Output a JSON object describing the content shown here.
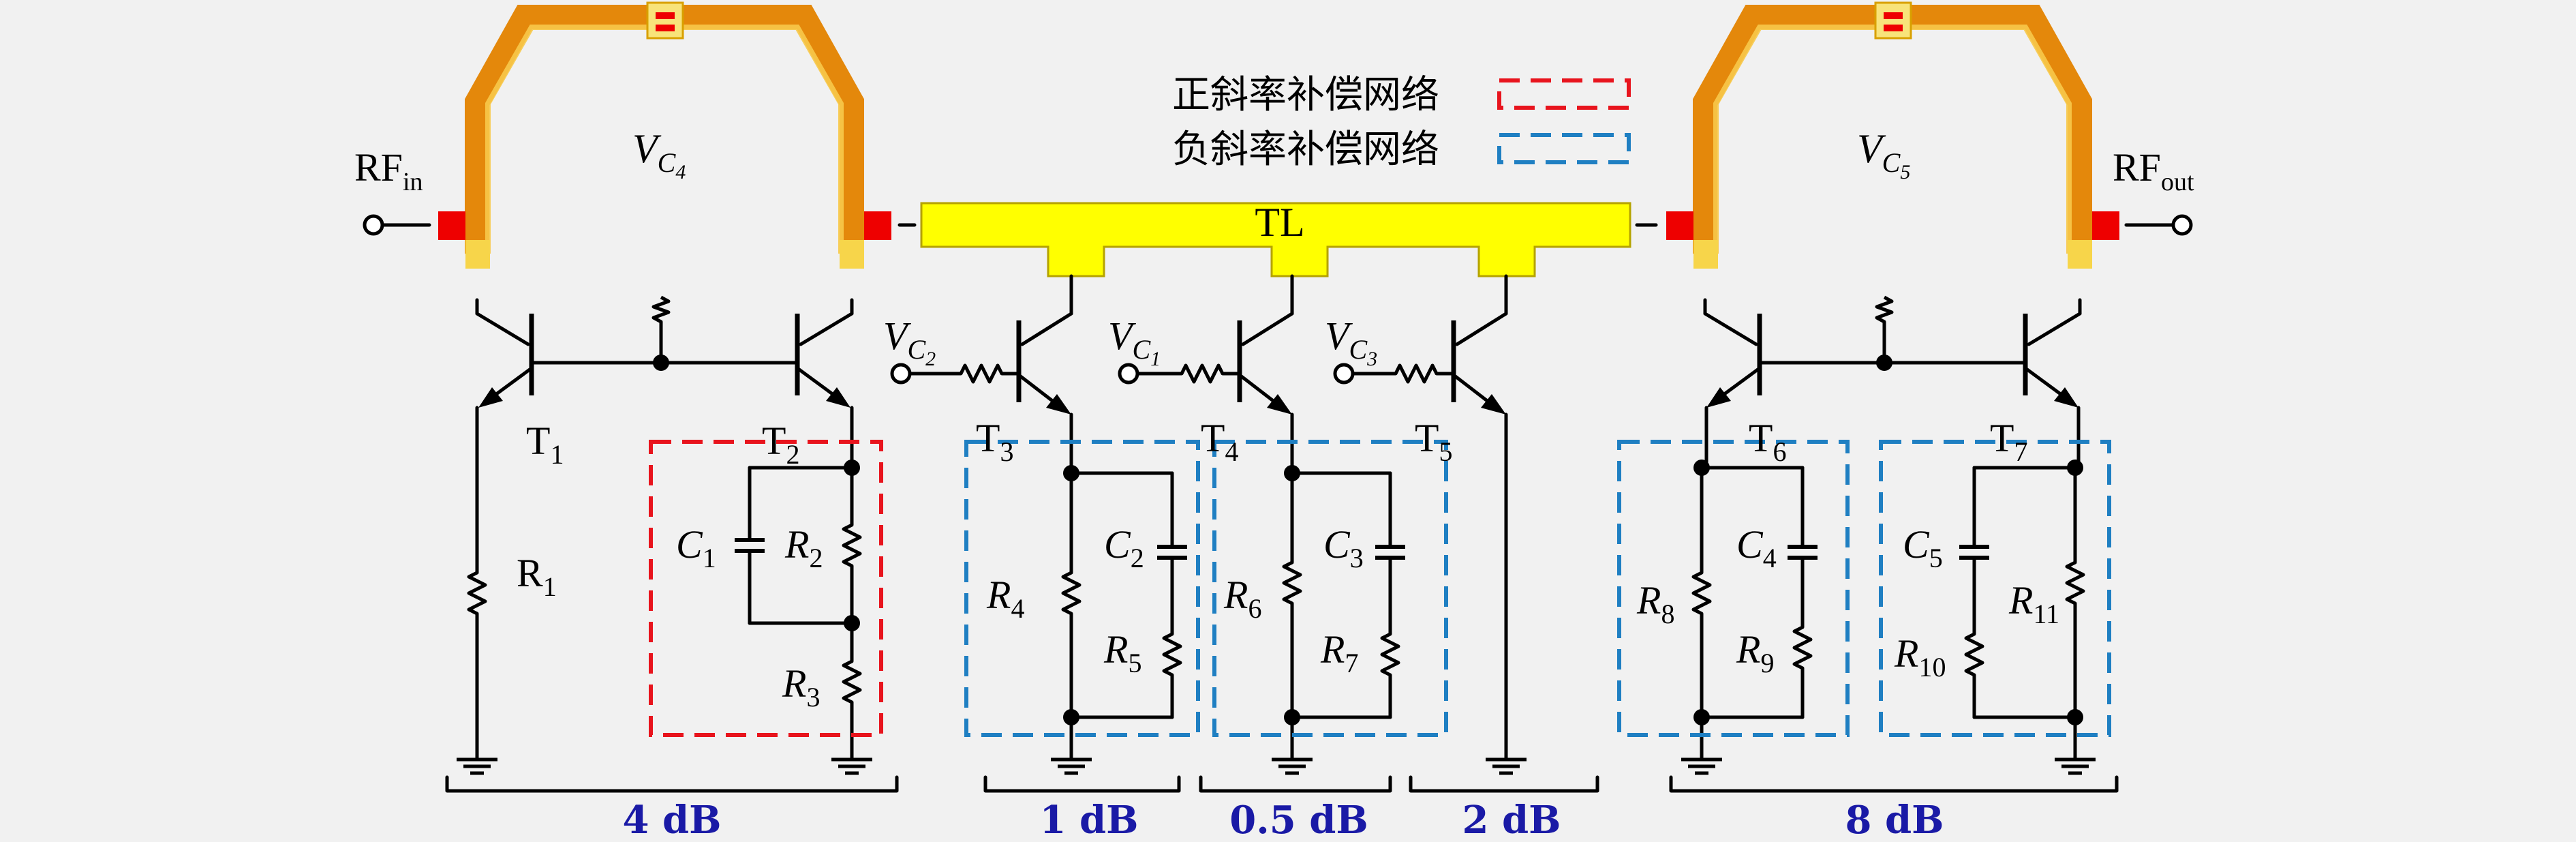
{
  "labels": {
    "rf_in": "RF",
    "rf_in_sub": "in",
    "rf_out": "RF",
    "rf_out_sub": "out",
    "vc4": "V",
    "vc4_sub": "C",
    "vc4_subsub": "4",
    "vc5": "V",
    "vc5_sub": "C",
    "vc5_subsub": "5",
    "tl": "TL",
    "vc2": "V",
    "vc2_sub": "C",
    "vc2_subsub": "2",
    "vc1": "V",
    "vc1_sub": "C",
    "vc1_subsub": "1",
    "vc3": "V",
    "vc3_sub": "C",
    "vc3_subsub": "3"
  },
  "legend": {
    "positive": "正斜率补偿网络",
    "negative": "负斜率补偿网络",
    "positive_color": "#e8141d",
    "negative_color": "#1f7fc2"
  },
  "transistors": [
    {
      "name": "T",
      "sub": "1"
    },
    {
      "name": "T",
      "sub": "2"
    },
    {
      "name": "T",
      "sub": "3"
    },
    {
      "name": "T",
      "sub": "4"
    },
    {
      "name": "T",
      "sub": "5"
    },
    {
      "name": "T",
      "sub": "6"
    },
    {
      "name": "T",
      "sub": "7"
    }
  ],
  "components": {
    "r1": {
      "name": "R",
      "sub": "1"
    },
    "c1": {
      "name": "C",
      "sub": "1"
    },
    "r2": {
      "name": "R",
      "sub": "2"
    },
    "r3": {
      "name": "R",
      "sub": "3"
    },
    "r4": {
      "name": "R",
      "sub": "4"
    },
    "c2": {
      "name": "C",
      "sub": "2"
    },
    "r5": {
      "name": "R",
      "sub": "5"
    },
    "r6": {
      "name": "R",
      "sub": "6"
    },
    "c3": {
      "name": "C",
      "sub": "3"
    },
    "r7": {
      "name": "R",
      "sub": "7"
    },
    "r8": {
      "name": "R",
      "sub": "8"
    },
    "c4": {
      "name": "C",
      "sub": "4"
    },
    "r9": {
      "name": "R",
      "sub": "9"
    },
    "c5": {
      "name": "C",
      "sub": "5"
    },
    "r10": {
      "name": "R",
      "sub": "10"
    },
    "r11": {
      "name": "R",
      "sub": "11"
    }
  },
  "attenuation": {
    "stage1": "4 dB",
    "stage2": "1 dB",
    "stage3": "0.5 dB",
    "stage4": "2 dB",
    "stage5": "8 dB"
  },
  "colors": {
    "background": "#f1f1f1",
    "microstrip": "#e4880b",
    "tl_fill": "#ffff00",
    "pad_red": "#ee0000",
    "db_text": "#1a1aa6"
  }
}
